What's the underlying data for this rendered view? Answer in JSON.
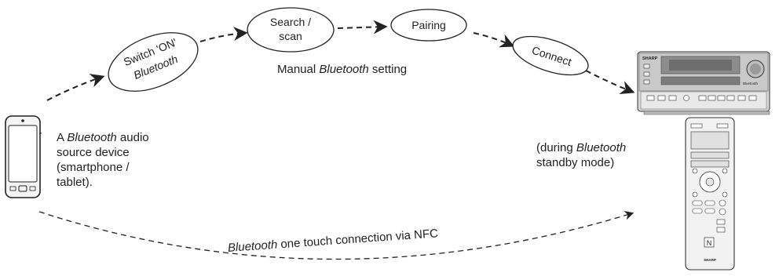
{
  "source_device": {
    "line1_prefix": "A ",
    "line1_em": "Bluetooth",
    "line1_suffix": " audio",
    "line2": "source device",
    "line3": "(smartphone /",
    "line4": "tablet)."
  },
  "steps": [
    {
      "line1": "Switch 'ON'",
      "line2": "Bluetooth"
    },
    {
      "line1": "Search /",
      "line2": "scan"
    },
    {
      "line1": "Pairing"
    },
    {
      "line1": "Connect"
    }
  ],
  "manual_label": {
    "prefix": "Manual ",
    "em": "Bluetooth",
    "suffix": " setting"
  },
  "nfc_label": {
    "em": "Bluetooth",
    "suffix": " one touch connection via NFC"
  },
  "standby_note": {
    "line1_prefix": "(during ",
    "line1_em": "Bluetooth",
    "line2": "standby mode)"
  },
  "stereo": {
    "brand": "SHARP",
    "bt_badge": "Bluetooth"
  },
  "remote": {
    "brand": "SHARP",
    "nfc_mark": "N"
  }
}
